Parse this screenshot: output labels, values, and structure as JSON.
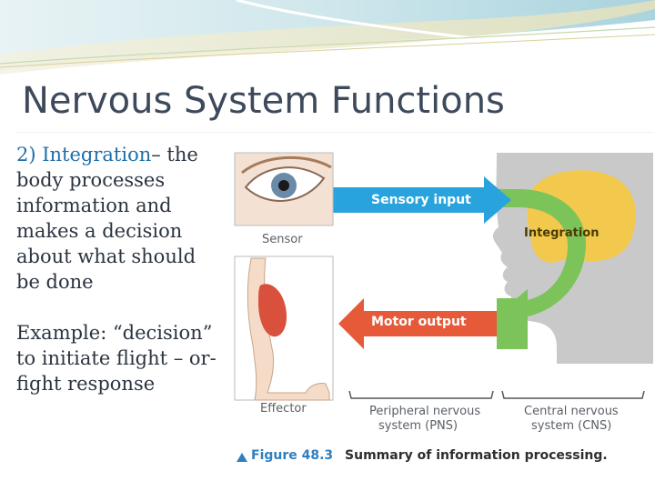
{
  "slide": {
    "title": "Nervous System Functions",
    "paragraph1_highlight": "2) Integration",
    "paragraph1_rest": "– the body processes information and makes a decision about what should be done",
    "paragraph2": "Example: “decision” to initiate flight – or-fight response"
  },
  "figure": {
    "sensor_label": "Sensor",
    "effector_label": "Effector",
    "sensory_input_label": "Sensory input",
    "motor_output_label": "Motor output",
    "integration_label": "Integration",
    "pns_label_line1": "Peripheral nervous",
    "pns_label_line2": "system (PNS)",
    "cns_label_line1": "Central nervous",
    "cns_label_line2": "system (CNS)",
    "caption_figno": "Figure 48.3",
    "caption_text": "Summary of information processing.",
    "colors": {
      "sensory_arrow": "#29a3dd",
      "motor_arrow": "#e65a3a",
      "integration_arrow": "#7cc35a",
      "head": "#c9c9c9",
      "brain": "#f2c94c"
    }
  }
}
